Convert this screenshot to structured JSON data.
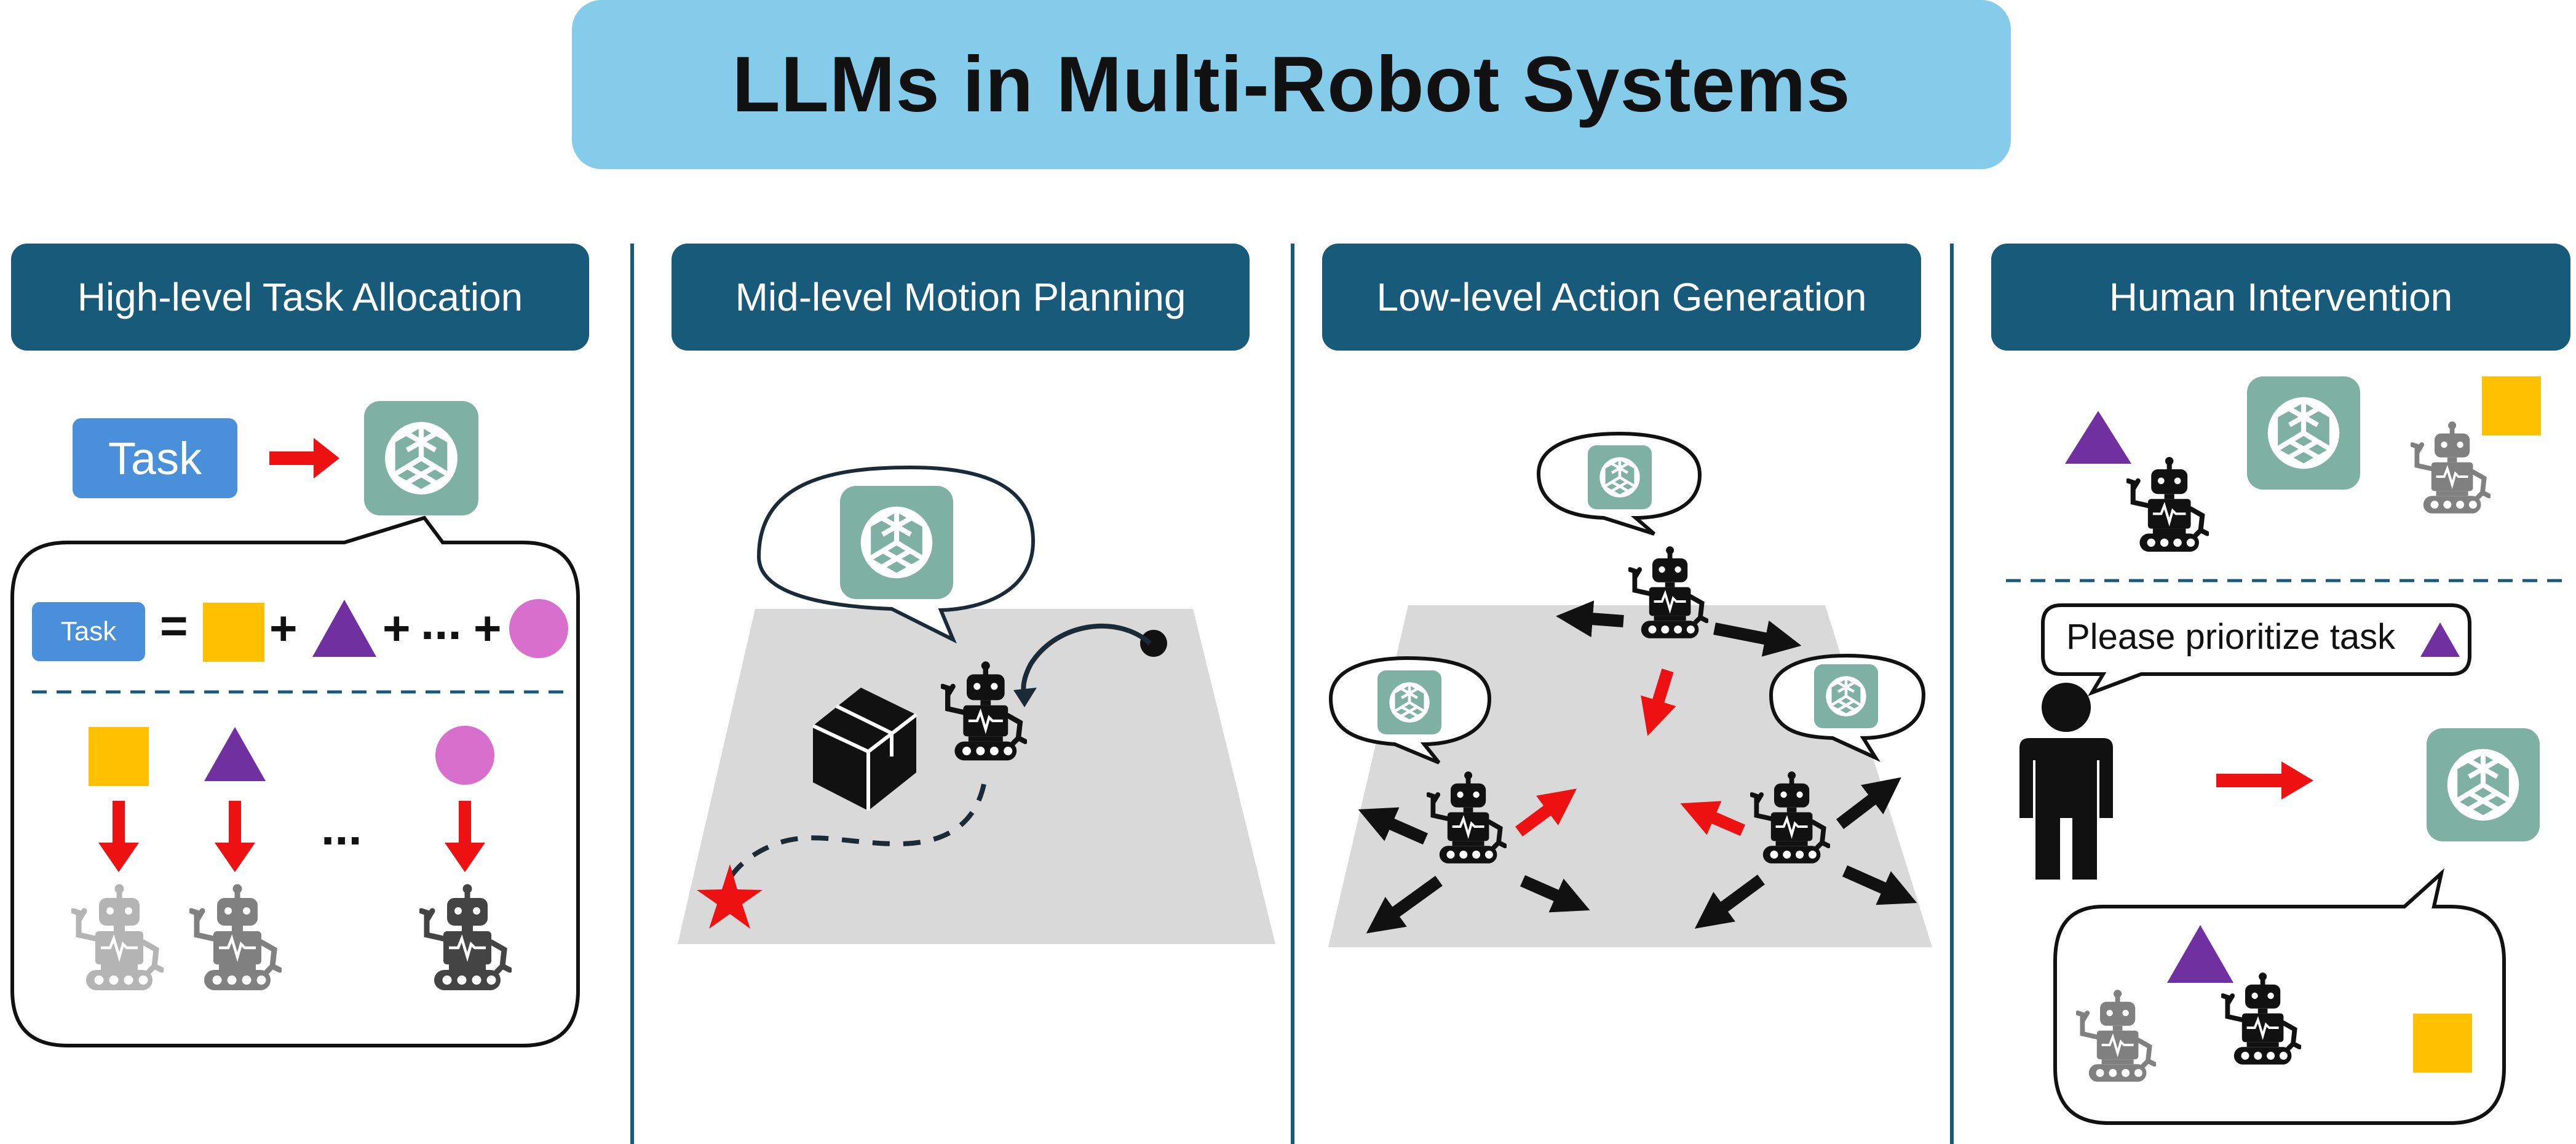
{
  "title": "LLMs in Multi-Robot Systems",
  "panels": [
    {
      "header": "High-level Task Allocation"
    },
    {
      "header": "Mid-level Motion Planning"
    },
    {
      "header": "Low-level Action Generation"
    },
    {
      "header": "Human Intervention"
    }
  ],
  "allocation": {
    "task_label": "Task",
    "task_small_label": "Task",
    "equals": "=",
    "plus": "+",
    "ellipsis_inline": "...",
    "ellipsis_row": "..."
  },
  "human": {
    "speech": "Please prioritize task"
  },
  "icons": [
    "llm-logo-icon",
    "robot-icon",
    "box-icon",
    "star-icon",
    "person-icon"
  ],
  "colors": {
    "title_bg": "#85ccea",
    "header_bg": "#175a7a",
    "task_blue": "#4a8fd9",
    "square": "#ffc000",
    "triangle": "#7030a0",
    "circle": "#d86fcd",
    "arrow_red": "#ee1111",
    "llm_green": "#7fb1a2",
    "ground": "#d9d9d9"
  }
}
